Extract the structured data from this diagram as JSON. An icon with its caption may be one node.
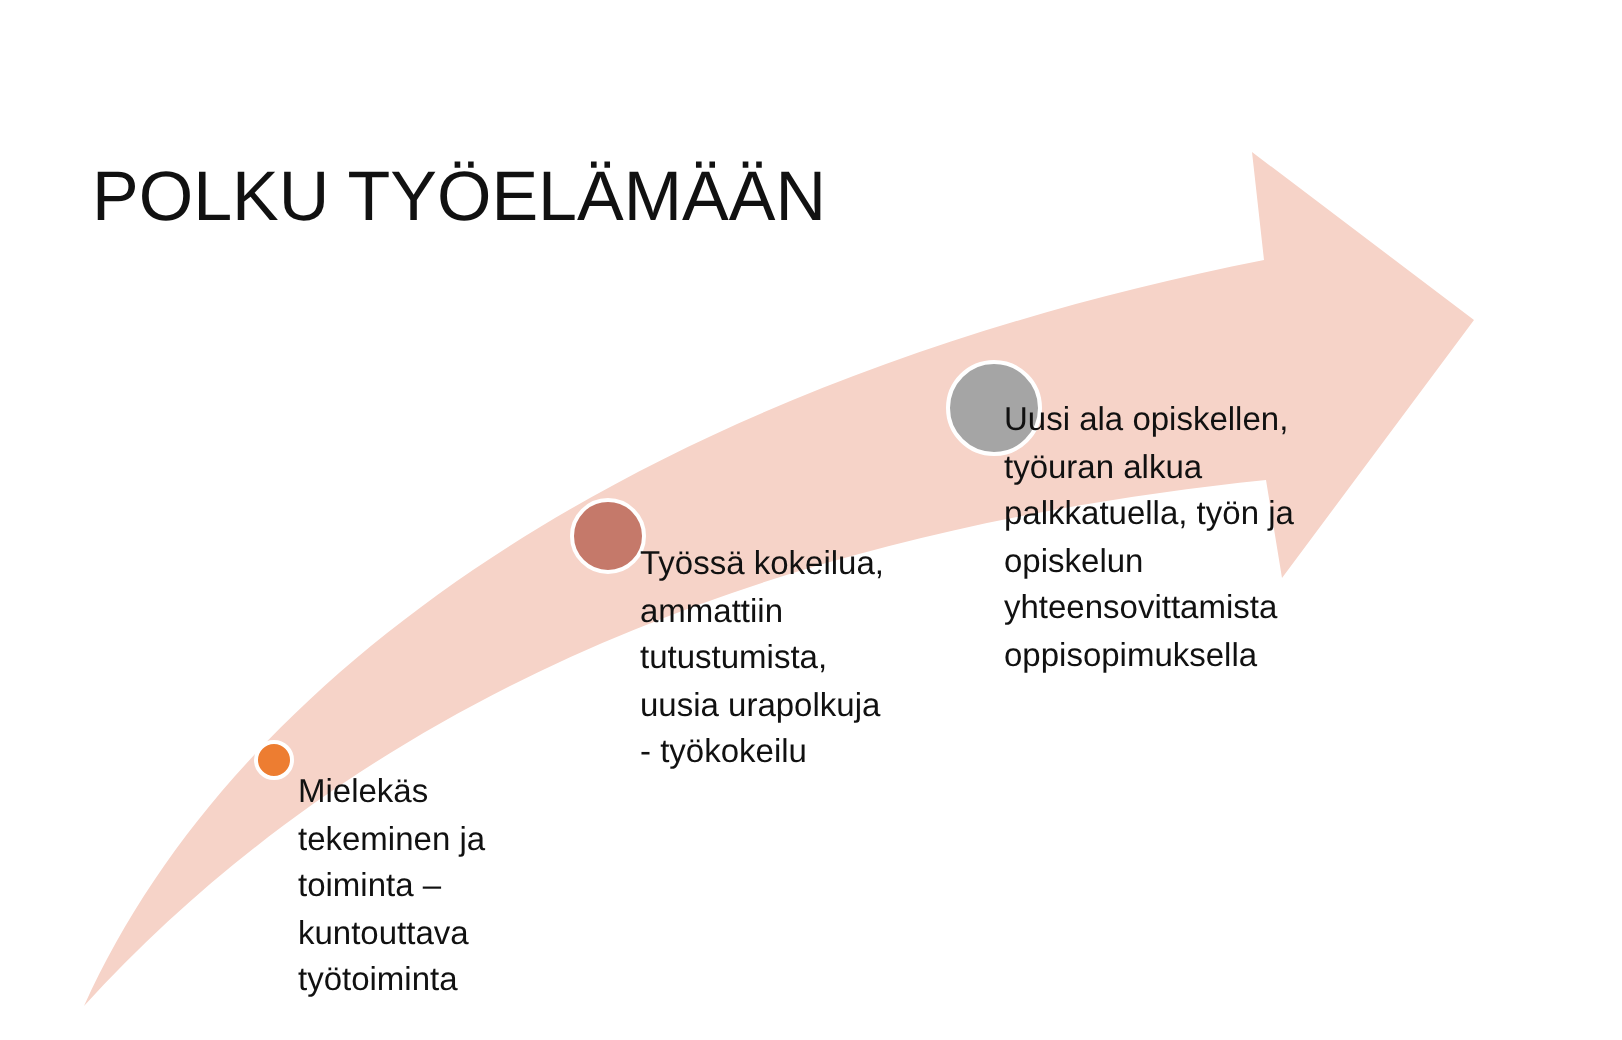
{
  "diagram": {
    "title": "POLKU TYÖELÄMÄÄN",
    "nodes": [
      {
        "text": [],
        "shape": "circle",
        "beside": [
          "Mielekäs tekeminen ja toiminta – kuntouttava työtoiminta"
        ]
      },
      {
        "text": [],
        "shape": "circle",
        "beside": [
          "Työssä kokeilua, ammattiin tutustumista, uusia urapolkuja - työkokeilu"
        ]
      },
      {
        "text": [],
        "shape": "circle",
        "beside": [
          "Uusi ala opiskellen, työuran alkua palkkatuella, työn ja opiskelun yhteensovittamista oppisopimuksella"
        ]
      }
    ]
  }
}
